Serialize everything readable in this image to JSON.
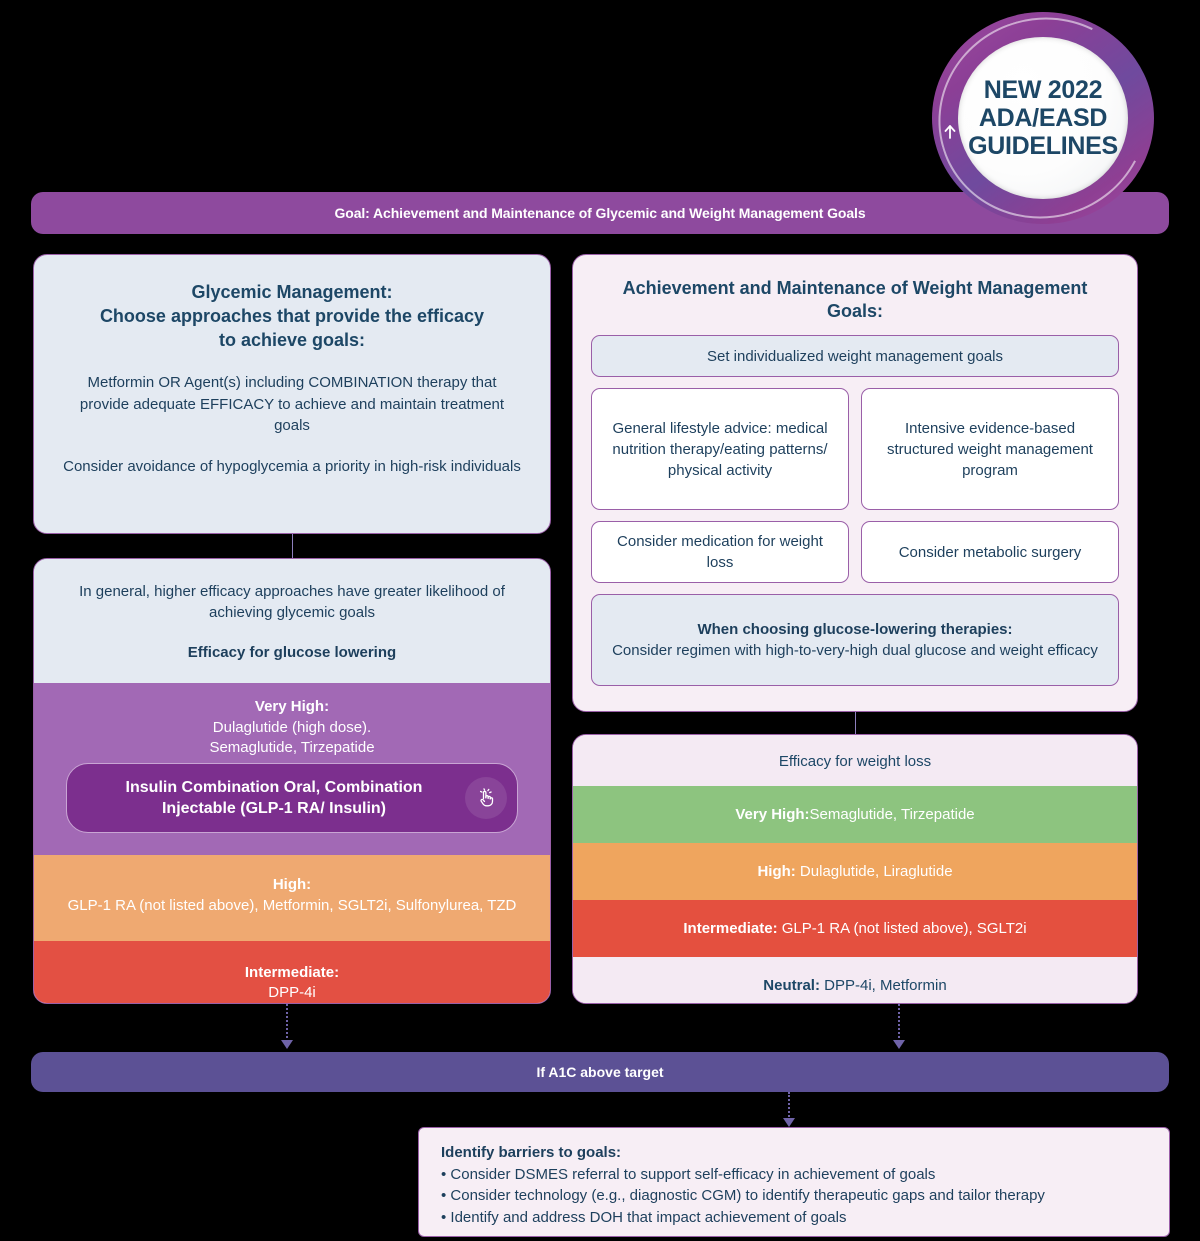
{
  "badge": {
    "line1": "NEW 2022",
    "line2": "ADA/EASD",
    "line3": "GUIDELINES",
    "icon": "circular-arrow-icon",
    "ring_color": "#8e4a9e",
    "text_color": "#1d4766"
  },
  "goal_bar": {
    "label": "Goal: Achievement and Maintenance of Glycemic and Weight Management Goals",
    "background": "#8e4a9e",
    "text_color": "#ffffff"
  },
  "glycemic_panel": {
    "title_line1": "Glycemic Management:",
    "title_line2": "Choose approaches that provide the efficacy",
    "title_line3": "to achieve goals:",
    "paragraph1": "Metformin OR Agent(s) including COMBINATION therapy that provide adequate EFFICACY to achieve and maintain treatment goals",
    "paragraph2": "Consider avoidance of hypoglycemia a priority in high-risk individuals",
    "background": "#e4eaf2",
    "text_color": "#1d4766"
  },
  "glucose_efficacy": {
    "intro": "In general, higher efficacy approaches have greater likelihood of achieving glycemic goals",
    "subtitle": "Efficacy for glucose lowering",
    "very_high_label": "Very High:",
    "very_high_line1": "Dulaglutide (high dose).",
    "very_high_line2": "Semaglutide, Tirzepatide",
    "insulin_line1": "Insulin Combination Oral, Combination",
    "insulin_line2": "Injectable (GLP-1 RA/ Insulin)",
    "insulin_icon": "tap-hand-icon",
    "high_label": "High:",
    "high_value": "GLP-1 RA (not listed above), Metformin, SGLT2i, Sulfonylurea, TZD",
    "intermediate_label": "Intermediate:",
    "intermediate_value": "DPP-4i",
    "colors": {
      "very_high": "#a269b5",
      "insulin": "#7c2f8e",
      "high": "#efa971",
      "intermediate": "#e35043"
    }
  },
  "weight_goals": {
    "title_line1": "Achievement and Maintenance of Weight Management",
    "title_line2": "Goals:",
    "set_goals": "Set individualized weight management goals",
    "lifestyle": "General lifestyle advice: medical nutrition therapy/eating patterns/ physical activity",
    "intensive": "Intensive evidence-based structured weight management program",
    "medication": "Consider medication for weight loss",
    "surgery": "Consider metabolic surgery",
    "glucose_lowering_title": "When choosing glucose-lowering therapies:",
    "glucose_lowering_body": "Consider regimen with high-to-very-high dual glucose and weight efficacy",
    "background": "#f7eef5",
    "text_color": "#1d4766"
  },
  "weight_efficacy": {
    "header": "Efficacy for weight loss",
    "very_high_label": "Very High:",
    "very_high_value": "Semaglutide, Tirzepatide",
    "high_label": "High:",
    "high_value": " Dulaglutide, Liraglutide",
    "intermediate_label": "Intermediate:",
    "intermediate_value": " GLP-1 RA (not listed above), SGLT2i",
    "neutral_label": "Neutral:",
    "neutral_value": " DPP-4i, Metformin",
    "colors": {
      "very_high": "#8dc47f",
      "high": "#efa55e",
      "intermediate": "#e4503f",
      "neutral": "#f4eaf3"
    }
  },
  "a1c_bar": {
    "label": "If A1C above target",
    "background": "#5c5195",
    "text_color": "#ffffff"
  },
  "barriers": {
    "title": "Identify barriers to goals:",
    "items": [
      "• Consider DSMES referral to support self-efficacy in achievement of goals",
      "• Consider technology (e.g., diagnostic CGM) to identify therapeutic gaps and tailor therapy",
      "• Identify and address DOH that impact achievement of goals"
    ],
    "background": "#f7eef5",
    "text_color": "#1d3f5c"
  }
}
